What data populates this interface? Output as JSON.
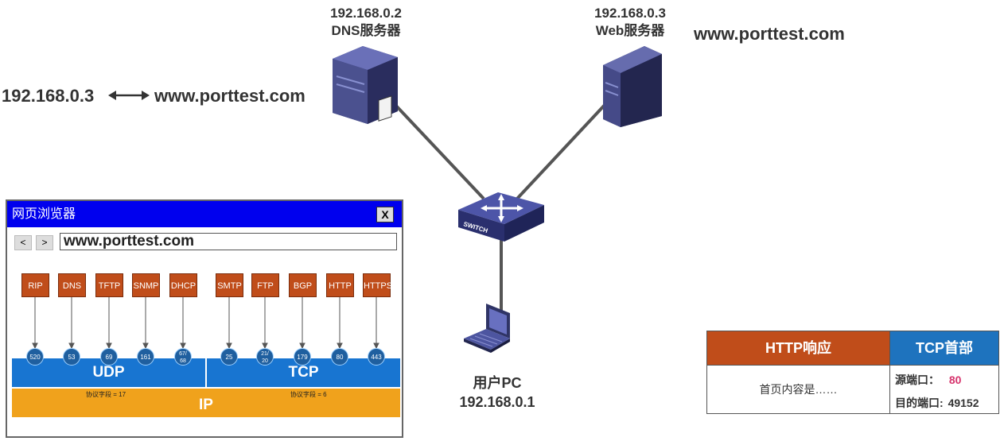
{
  "dns_server": {
    "ip": "192.168.0.2",
    "name": "DNS服务器"
  },
  "web_server": {
    "ip": "192.168.0.3",
    "name": "Web服务器",
    "domain": "www.porttest.com"
  },
  "dns_mapping": {
    "ip": "192.168.0.3",
    "domain": "www.porttest.com"
  },
  "switch": {
    "label": "SWITCH"
  },
  "client": {
    "name": "用户PC",
    "ip": "192.168.0.1"
  },
  "browser": {
    "title": "网页浏览器",
    "close_label": "X",
    "back_label": "<",
    "forward_label": ">",
    "address": "www.porttest.com",
    "protocols": [
      {
        "name": "RIP",
        "port": "520"
      },
      {
        "name": "DNS",
        "port": "53"
      },
      {
        "name": "TFTP",
        "port": "69"
      },
      {
        "name": "SNMP",
        "port": "161"
      },
      {
        "name": "DHCP",
        "port_line1": "67/",
        "port_line2": "68"
      },
      {
        "name": "SMTP",
        "port": "25"
      },
      {
        "name": "FTP",
        "port_line1": "21/",
        "port_line2": "20"
      },
      {
        "name": "BGP",
        "port": "179"
      },
      {
        "name": "HTTP",
        "port": "80"
      },
      {
        "name": "HTTPS",
        "port": "443"
      }
    ],
    "udp_label": "UDP",
    "tcp_label": "TCP",
    "ip_label": "IP",
    "udp_proto_field": "协议字段 = 17",
    "tcp_proto_field": "协议字段 = 6"
  },
  "response_table": {
    "http_header": "HTTP响应",
    "tcp_header": "TCP首部",
    "body_text": "首页内容是……",
    "src_port_label": "源端口：",
    "src_port_value": "80",
    "dst_port_label": "目的端口:",
    "dst_port_value": "49152"
  },
  "colors": {
    "protocol": "#c04d1a",
    "transport": "#1875d1",
    "ip": "#f0a21c",
    "title_bar": "#0000ee",
    "highlight_port": "#d6336c"
  }
}
